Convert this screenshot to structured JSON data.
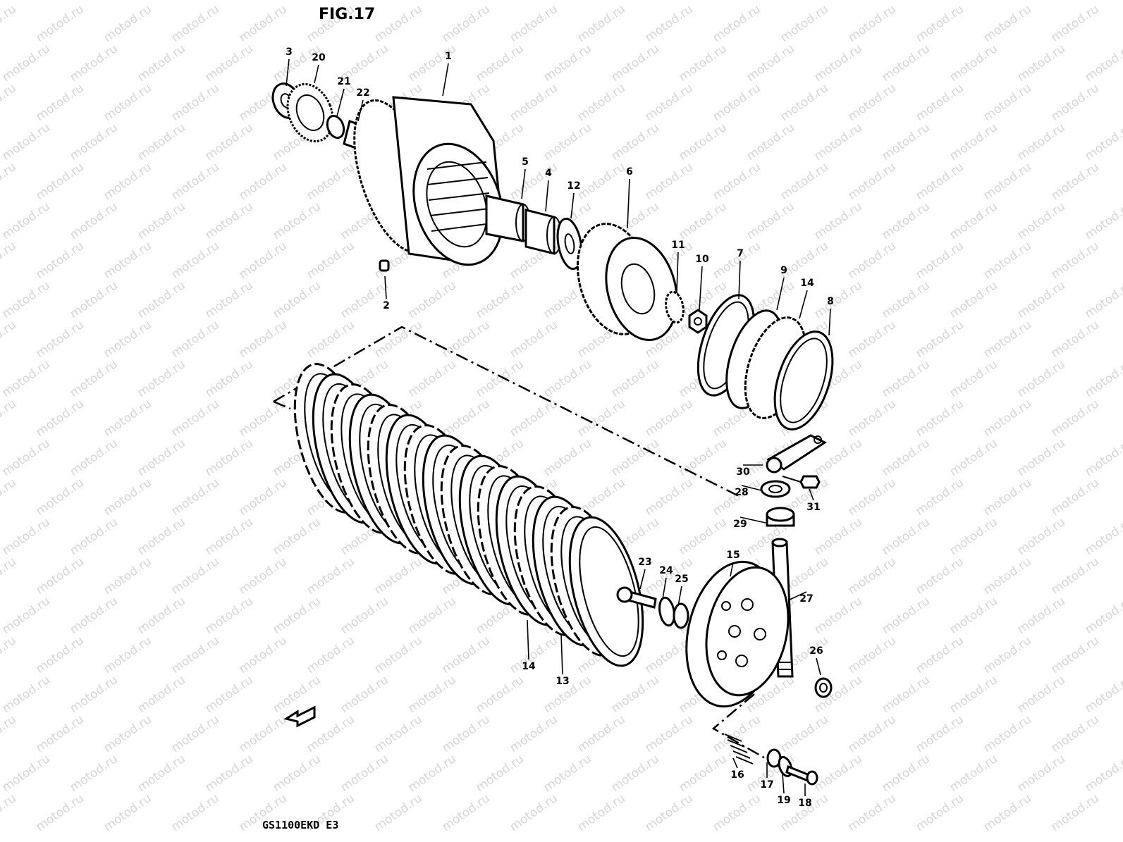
{
  "figure": {
    "title": "FIG.17",
    "model_code": "GS1100EKD  E3",
    "watermark": "motod.ru"
  },
  "callouts": [
    {
      "id": "3",
      "label": "3"
    },
    {
      "id": "20",
      "label": "20"
    },
    {
      "id": "21",
      "label": "21"
    },
    {
      "id": "22",
      "label": "22"
    },
    {
      "id": "1",
      "label": "1"
    },
    {
      "id": "5",
      "label": "5"
    },
    {
      "id": "4",
      "label": "4"
    },
    {
      "id": "12",
      "label": "12"
    },
    {
      "id": "6",
      "label": "6"
    },
    {
      "id": "2",
      "label": "2"
    },
    {
      "id": "11",
      "label": "11"
    },
    {
      "id": "10",
      "label": "10"
    },
    {
      "id": "7",
      "label": "7"
    },
    {
      "id": "9",
      "label": "9"
    },
    {
      "id": "14a",
      "label": "14"
    },
    {
      "id": "8",
      "label": "8"
    },
    {
      "id": "30",
      "label": "30"
    },
    {
      "id": "28",
      "label": "28"
    },
    {
      "id": "31",
      "label": "31"
    },
    {
      "id": "29",
      "label": "29"
    },
    {
      "id": "15",
      "label": "15"
    },
    {
      "id": "23",
      "label": "23"
    },
    {
      "id": "24",
      "label": "24"
    },
    {
      "id": "25",
      "label": "25"
    },
    {
      "id": "27",
      "label": "27"
    },
    {
      "id": "26",
      "label": "26"
    },
    {
      "id": "14b",
      "label": "14"
    },
    {
      "id": "13",
      "label": "13"
    },
    {
      "id": "16",
      "label": "16"
    },
    {
      "id": "17",
      "label": "17"
    },
    {
      "id": "19",
      "label": "19"
    },
    {
      "id": "18",
      "label": "18"
    }
  ]
}
